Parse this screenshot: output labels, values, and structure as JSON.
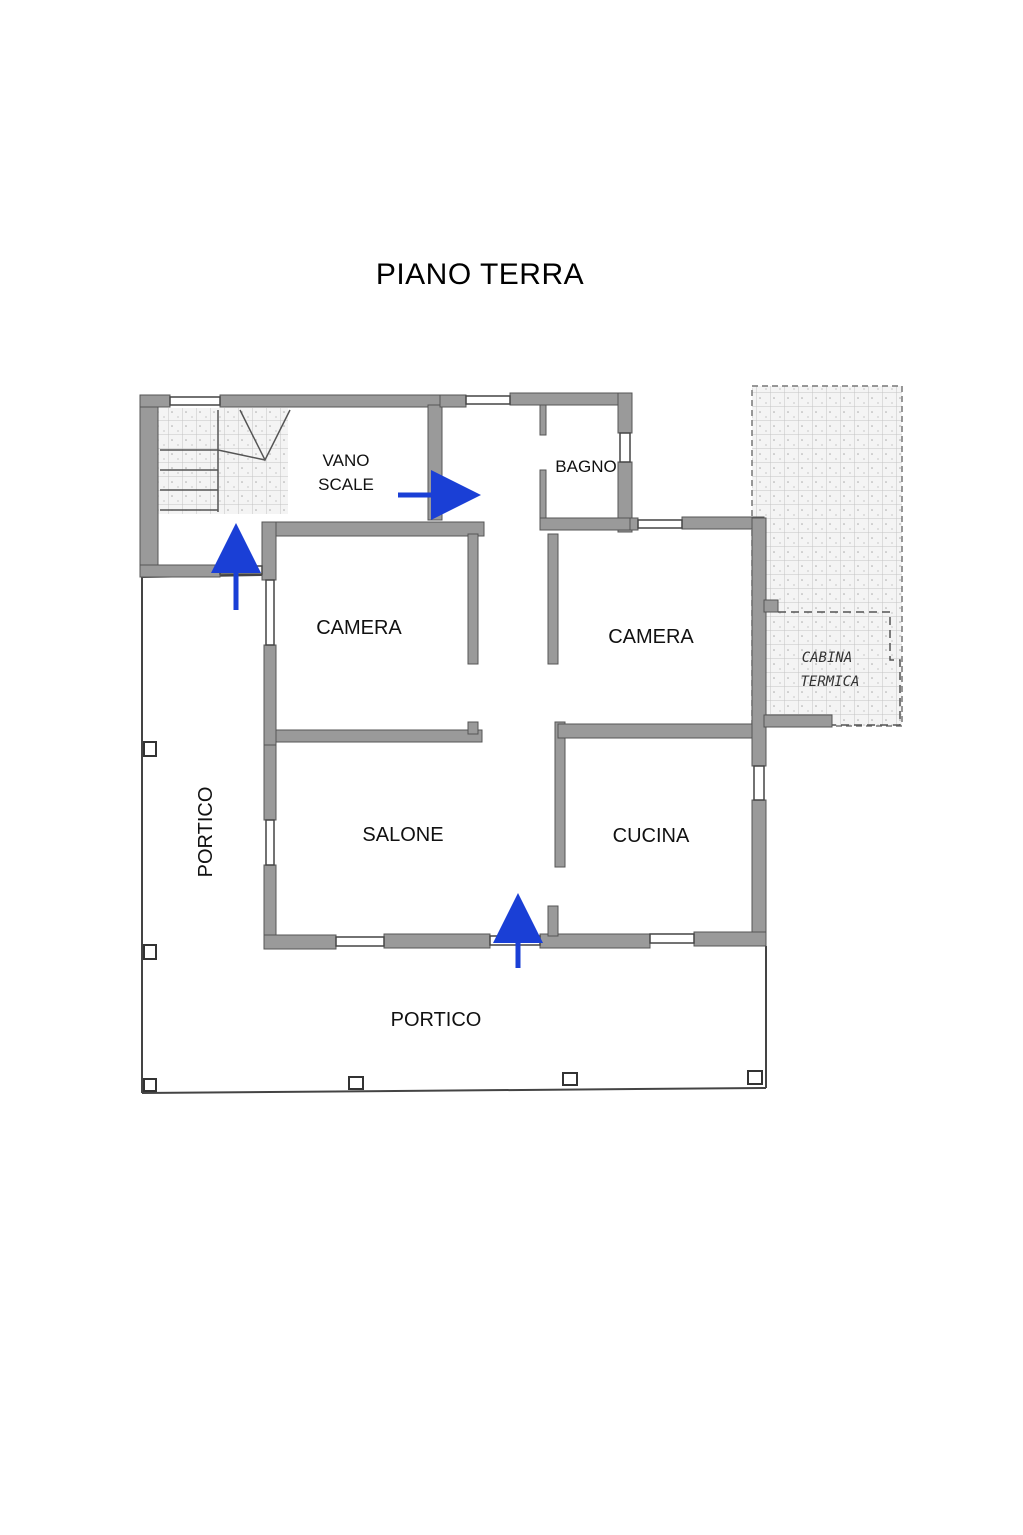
{
  "title": "PIANO TERRA",
  "rooms": {
    "vano_scale_line1": "VANO",
    "vano_scale_line2": "SCALE",
    "bagno": "BAGNO",
    "camera_left": "CAMERA",
    "camera_right": "CAMERA",
    "salone": "SALONE",
    "cucina": "CUCINA",
    "portico_side": "PORTICO",
    "portico_bottom": "PORTICO",
    "cabina_line1": "CABINA",
    "cabina_line2": "TERMICA"
  },
  "colors": {
    "wall": "#9a9a9a",
    "wall_edge": "#555555",
    "arrow": "#1a3fd6",
    "grid": "#b8b8b8"
  }
}
